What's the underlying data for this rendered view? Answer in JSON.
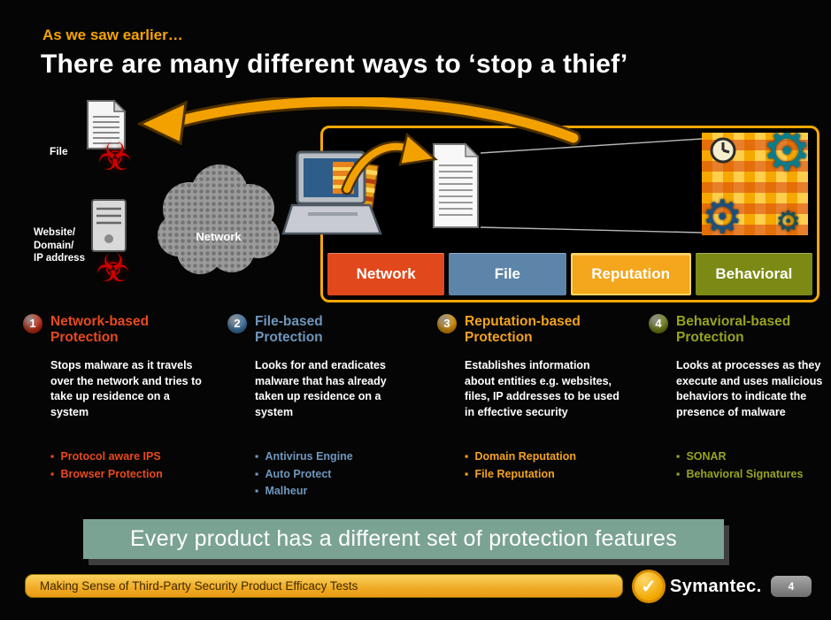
{
  "slide": {
    "kicker": "As we saw earlier…",
    "title": "There are many different ways to ‘stop a thief’"
  },
  "icons": {
    "biohazard": "☣",
    "gear": "⚙",
    "check": "✓"
  },
  "diagram": {
    "file_label": "File",
    "website_lines": [
      "Website/",
      "Domain/",
      "IP address"
    ],
    "network_label": "Network",
    "tabs": [
      {
        "label": "Network",
        "color": "#e1481b"
      },
      {
        "label": "File",
        "color": "#5d85a9"
      },
      {
        "label": "Reputation",
        "color": "#f4a61c"
      },
      {
        "label": "Behavioral",
        "color": "#7c8a15"
      }
    ]
  },
  "columns": [
    {
      "number": "1",
      "title": "Network-based Protection",
      "color": "#e84a1e",
      "body": "Stops malware as it travels over the network and tries to take up residence on a system",
      "bullets": [
        "Protocol aware IPS",
        "Browser Protection"
      ]
    },
    {
      "number": "2",
      "title": "File-based Protection",
      "color": "#6f96bc",
      "body": "Looks for and eradicates malware that has already taken up residence on a system",
      "bullets": [
        "Antivirus Engine",
        "Auto Protect",
        "Malheur"
      ]
    },
    {
      "number": "3",
      "title": "Reputation-based Protection",
      "color": "#f2a31c",
      "body": "Establishes information about entities e.g. websites, files, IP addresses to be used in effective security",
      "bullets": [
        "Domain Reputation",
        "File Reputation"
      ]
    },
    {
      "number": "4",
      "title": "Behavioral-based Protection",
      "color": "#97a41e",
      "body": "Looks at processes as they execute and uses malicious behaviors to indicate the presence of malware",
      "bullets": [
        "SONAR",
        "Behavioral Signatures"
      ]
    }
  ],
  "banner": {
    "text": "Every product has a different set of protection features",
    "bg": "#7ba394"
  },
  "footer": {
    "title": "Making Sense of Third-Party Security Product Efficacy Tests",
    "brand": "Symantec.",
    "page_number": "4"
  }
}
